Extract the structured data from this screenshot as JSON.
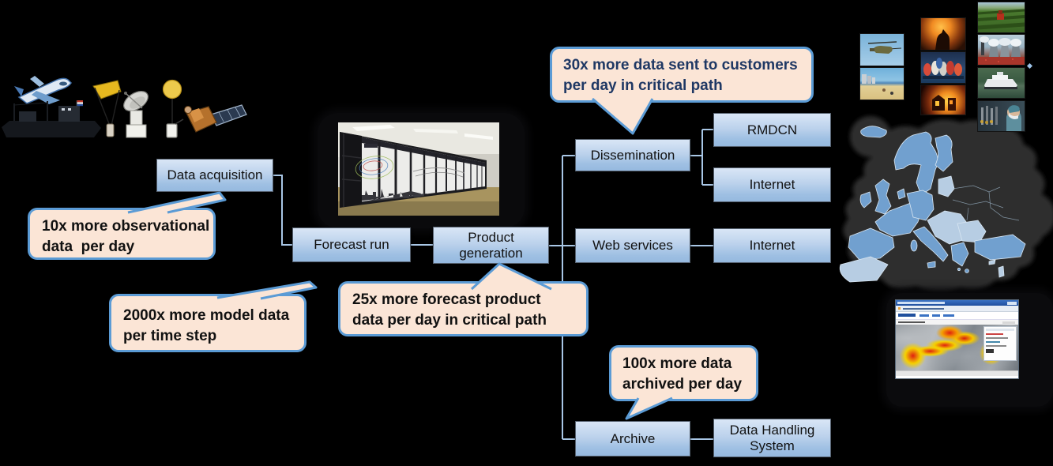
{
  "background_color": "#000000",
  "colors": {
    "box_border": "#55606e",
    "box_fill_top": "#d9e6f6",
    "box_fill_bottom": "#96b9df",
    "connector": "#a9c7e6",
    "callout_fill": "#fbe5d6",
    "callout_border": "#5b9bd5",
    "callout_text": "#111111",
    "callout_text_navy": "#1f3864",
    "map_member_state": "#71a0cf",
    "map_cooperating_state": "#b7cde3"
  },
  "flow": {
    "data_acquisition": "Data acquisition",
    "forecast_run": "Forecast run",
    "product_generation": "Product generation",
    "dissemination": "Dissemination",
    "rmdcn": "RMDCN",
    "internet_top": "Internet",
    "web_services": "Web services",
    "internet_mid": "Internet",
    "archive": "Archive",
    "data_handling_system": "Data Handling System"
  },
  "callouts": {
    "observational": {
      "lines": [
        "10x more observational",
        "data  per day"
      ]
    },
    "model": {
      "lines": [
        "2000x more model data",
        "per time step"
      ]
    },
    "forecast_product": {
      "lines": [
        "25x more forecast product",
        "data per day in critical path"
      ]
    },
    "customers": {
      "lines": [
        "30x more data sent to customers",
        "per day in critical path"
      ]
    },
    "archived": {
      "lines": [
        "100x more data",
        "archived per day"
      ]
    }
  },
  "images": {
    "observation_icons": [
      "ship-icon",
      "airplane-icon",
      "dropsonde-icon",
      "satellite-dish-icon",
      "weather-balloon-icon",
      "satellite-icon"
    ],
    "supercomputer_photo": "ECMWF supercomputer hall",
    "collage": [
      "helicopter-photo",
      "beach-photo",
      "foundry-photo",
      "sailboats-photo",
      "house-fire-photo",
      "vineyard-tractor-photo",
      "power-plant-photo",
      "ship-photo",
      "surgeon-photo"
    ],
    "europe_map": "ECMWF member and cooperating states map",
    "browser_screenshot": "ECMWF web charts browser window"
  }
}
